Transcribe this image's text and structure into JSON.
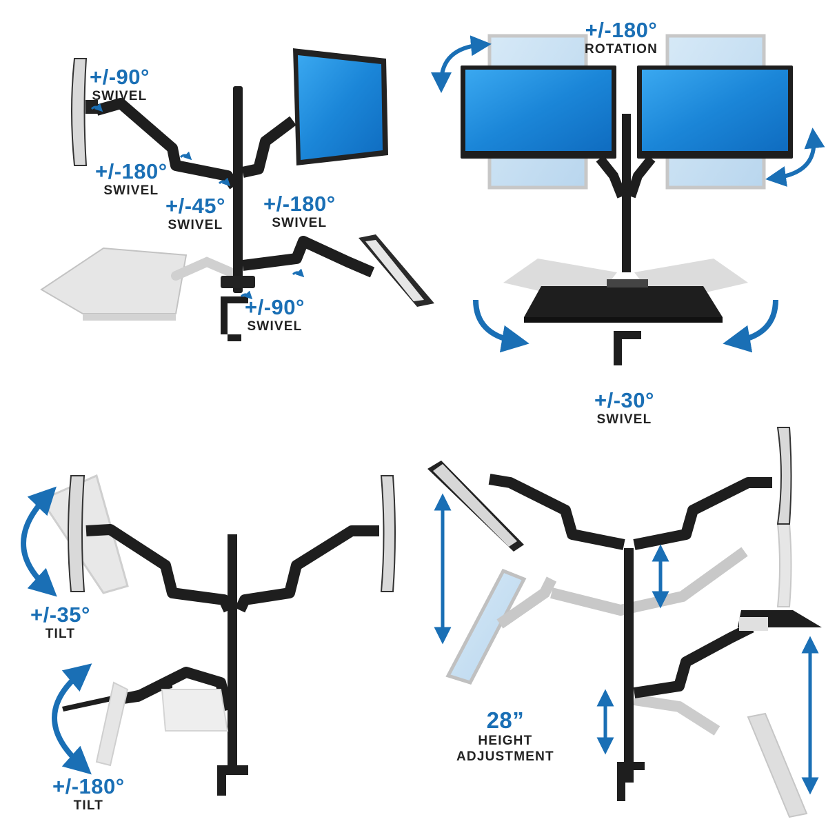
{
  "labels": {
    "p1_a": {
      "value": "+/-90°",
      "kind": "SWIVEL"
    },
    "p1_b": {
      "value": "+/-180°",
      "kind": "SWIVEL"
    },
    "p1_c": {
      "value": "+/-45°",
      "kind": "SWIVEL"
    },
    "p1_d": {
      "value": "+/-180°",
      "kind": "SWIVEL"
    },
    "p1_e": {
      "value": "+/-90°",
      "kind": "SWIVEL"
    },
    "p2_a": {
      "value": "+/-180°",
      "kind": "ROTATION"
    },
    "p2_b": {
      "value": "+/-30°",
      "kind": "SWIVEL"
    },
    "p3_a": {
      "value": "+/-35°",
      "kind": "TILT"
    },
    "p3_b": {
      "value": "+/-180°",
      "kind": "TILT"
    },
    "p4_a": {
      "value": "28”",
      "kind": "HEIGHT",
      "kind2": "ADJUSTMENT"
    }
  },
  "colors": {
    "accent": "#1a6fb5",
    "arm": "#1e1e1e",
    "screen": "#1e8fe0",
    "ghost": "#c8c8c8",
    "text": "#222222"
  }
}
